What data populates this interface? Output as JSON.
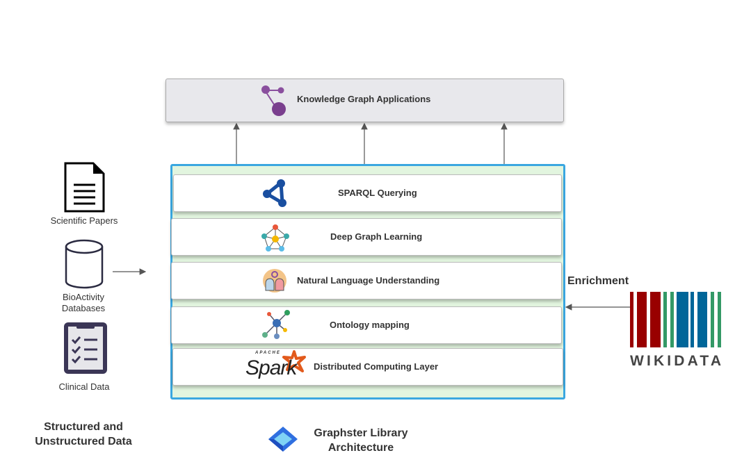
{
  "top": {
    "label": "Knowledge Graph Applications",
    "icon": "graph-nodes-icon"
  },
  "layers": [
    {
      "label": "SPARQL Querying",
      "icon": "sparql-icon"
    },
    {
      "label": "Deep Graph Learning",
      "icon": "neural-graph-icon"
    },
    {
      "label": "Natural Language Understanding",
      "icon": "heads-gear-icon"
    },
    {
      "label": "Ontology mapping",
      "icon": "hub-nodes-icon"
    },
    {
      "label": "Distributed Computing Layer",
      "icon": "apache-spark-logo"
    }
  ],
  "spark_logo": {
    "apache": "APACHE",
    "spark": "Spark"
  },
  "sources": [
    {
      "label": "Scientific Papers",
      "icon": "document-icon"
    },
    {
      "label": "BioActivity Databases",
      "icon": "database-icon"
    },
    {
      "label": "Clinical Data",
      "icon": "clipboard-checklist-icon"
    }
  ],
  "sources_caption": "Structured and Unstructured Data",
  "library_caption": "Graphster Library Architecture",
  "enrichment_label": "Enrichment",
  "wikidata": {
    "wordmark": "WIKIDATA",
    "colors": {
      "red": "#990000",
      "green": "#339966",
      "blue": "#006699"
    }
  },
  "colors": {
    "stack_border": "#3aa7e0",
    "stack_fill": "#e2f5df",
    "top_fill": "#e8e8ec"
  }
}
